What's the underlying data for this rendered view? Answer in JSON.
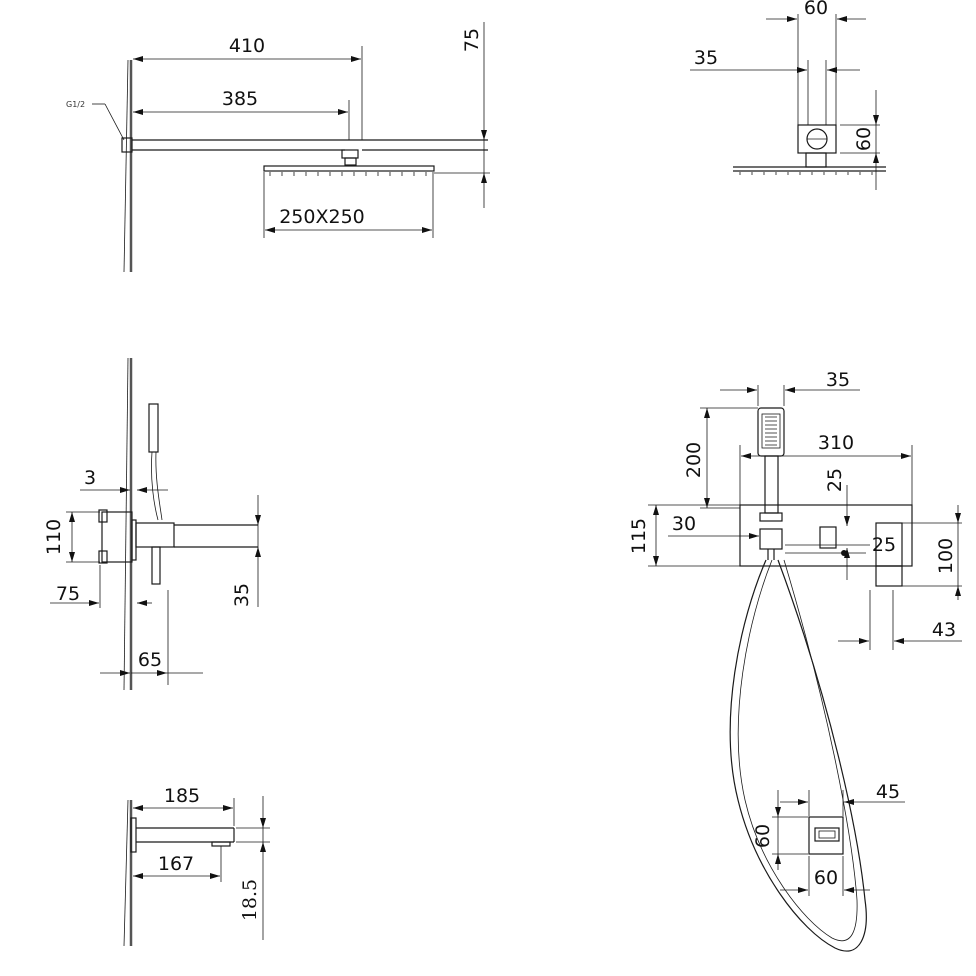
{
  "top_left_view": {
    "thread": "G1/2",
    "arm_length": "410",
    "arm_inner": "385",
    "drop": "75",
    "head_size": "250X250"
  },
  "top_right_view": {
    "width": "60",
    "offset": "35",
    "height": "60"
  },
  "mid_left_view": {
    "gap": "3",
    "height": "110",
    "handle": "75",
    "depth": "65",
    "spout_h": "35"
  },
  "mid_right_view": {
    "handset": "35",
    "total_width": "310",
    "handset_h": "200",
    "knob_h": "25",
    "body_h": "115",
    "left_off": "30",
    "knob_w": "25",
    "right_h": "100",
    "spout_w": "43"
  },
  "bottom_left_view": {
    "spout_len": "185",
    "spout_inner": "167",
    "spout_thk": "18.5"
  },
  "bottom_right_view": {
    "outlet_w": "45",
    "outlet_h": "60",
    "plate": "60"
  }
}
